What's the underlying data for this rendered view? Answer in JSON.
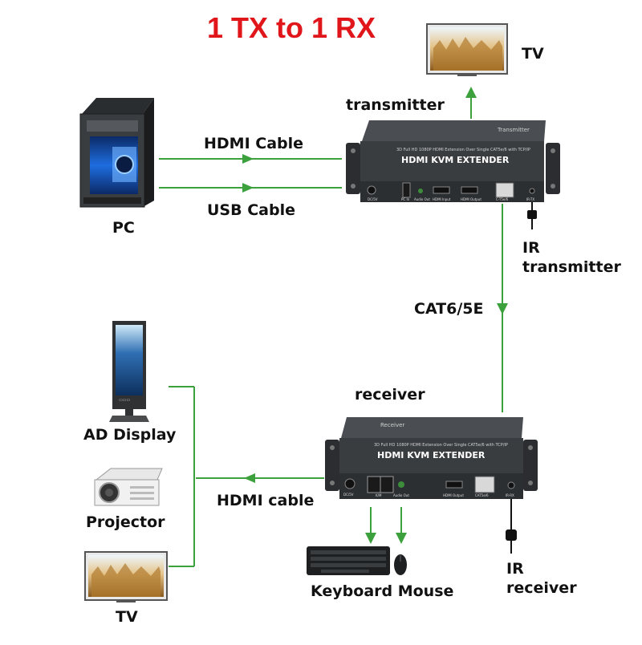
{
  "title": "1 TX to 1 RX",
  "labels": {
    "tv_top": "TV",
    "transmitter": "transmitter",
    "hdmi_cable_in": "HDMI Cable",
    "usb_cable": "USB Cable",
    "pc": "PC",
    "ir_transmitter_line1": "IR",
    "ir_transmitter_line2": "transmitter",
    "cat_cable": "CAT6/5E",
    "receiver": "receiver",
    "ad_display": "AD Display",
    "hdmi_cable_out": "HDMI cable",
    "projector": "Projector",
    "tv_bottom": "TV",
    "keyboard_mouse": "Keyboard Mouse",
    "ir_receiver_line1": "IR",
    "ir_receiver_line2": "receiver"
  },
  "transmitter_device": {
    "brand": "HDMI KVM EXTENDER",
    "tagline": "3D Full HD 1080P HDMI Extension Over Single CAT5e/6 with TCP/IP",
    "badge": "Transmitter",
    "ports": [
      "DC/5V",
      "PC In",
      "Audio Out",
      "HDMI Input",
      "HDMI Output",
      "C-T5e/6",
      "IR-TX"
    ]
  },
  "receiver_device": {
    "brand": "HDMI KVM EXTENDER",
    "tagline": "3D Full HD 1080P HDMI Extension Over Single CAT5e/6 with TCP/IP",
    "badge": "Receiver",
    "ports": [
      "DC/5V",
      "K/M",
      "Audio Out",
      "HDMI Output",
      "CAT5e/6",
      "IR-RX"
    ]
  },
  "colors": {
    "title": "#e0161b",
    "connector_line": "#3ca03c",
    "device_body": "#3a3d40"
  }
}
